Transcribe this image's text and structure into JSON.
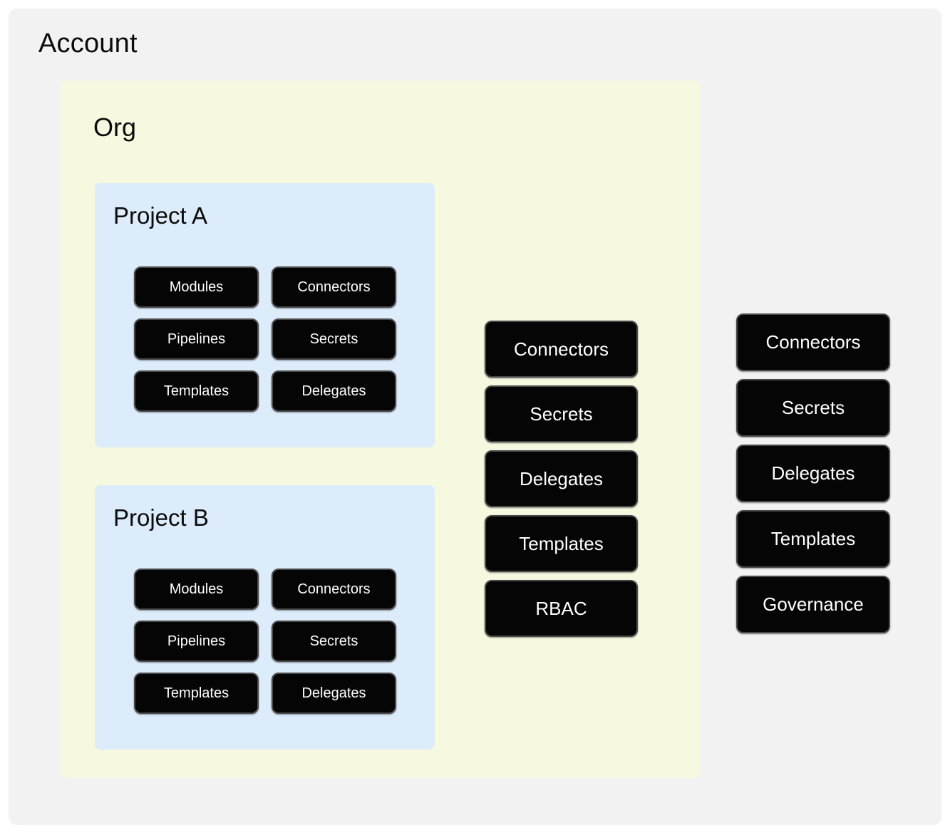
{
  "colors": {
    "page_background": "#ffffff",
    "canvas_background": "#f2f2f2",
    "org_background": "#f6f8e0",
    "project_background": "#ddecfb",
    "chip_fill": "#050505",
    "chip_border": "#4a4a4a",
    "chip_text": "#ffffff",
    "heading_text": "#0b0b0b"
  },
  "account": {
    "title": "Account",
    "resources": [
      {
        "label": "Connectors"
      },
      {
        "label": "Secrets"
      },
      {
        "label": "Delegates"
      },
      {
        "label": "Templates"
      },
      {
        "label": "Governance"
      }
    ]
  },
  "org": {
    "title": "Org",
    "resources": [
      {
        "label": "Connectors"
      },
      {
        "label": "Secrets"
      },
      {
        "label": "Delegates"
      },
      {
        "label": "Templates"
      },
      {
        "label": "RBAC"
      }
    ],
    "projects": [
      {
        "title": "Project A",
        "resources": [
          {
            "label": "Modules"
          },
          {
            "label": "Connectors"
          },
          {
            "label": "Pipelines"
          },
          {
            "label": "Secrets"
          },
          {
            "label": "Templates"
          },
          {
            "label": "Delegates"
          }
        ]
      },
      {
        "title": "Project B",
        "resources": [
          {
            "label": "Modules"
          },
          {
            "label": "Connectors"
          },
          {
            "label": "Pipelines"
          },
          {
            "label": "Secrets"
          },
          {
            "label": "Templates"
          },
          {
            "label": "Delegates"
          }
        ]
      }
    ]
  }
}
